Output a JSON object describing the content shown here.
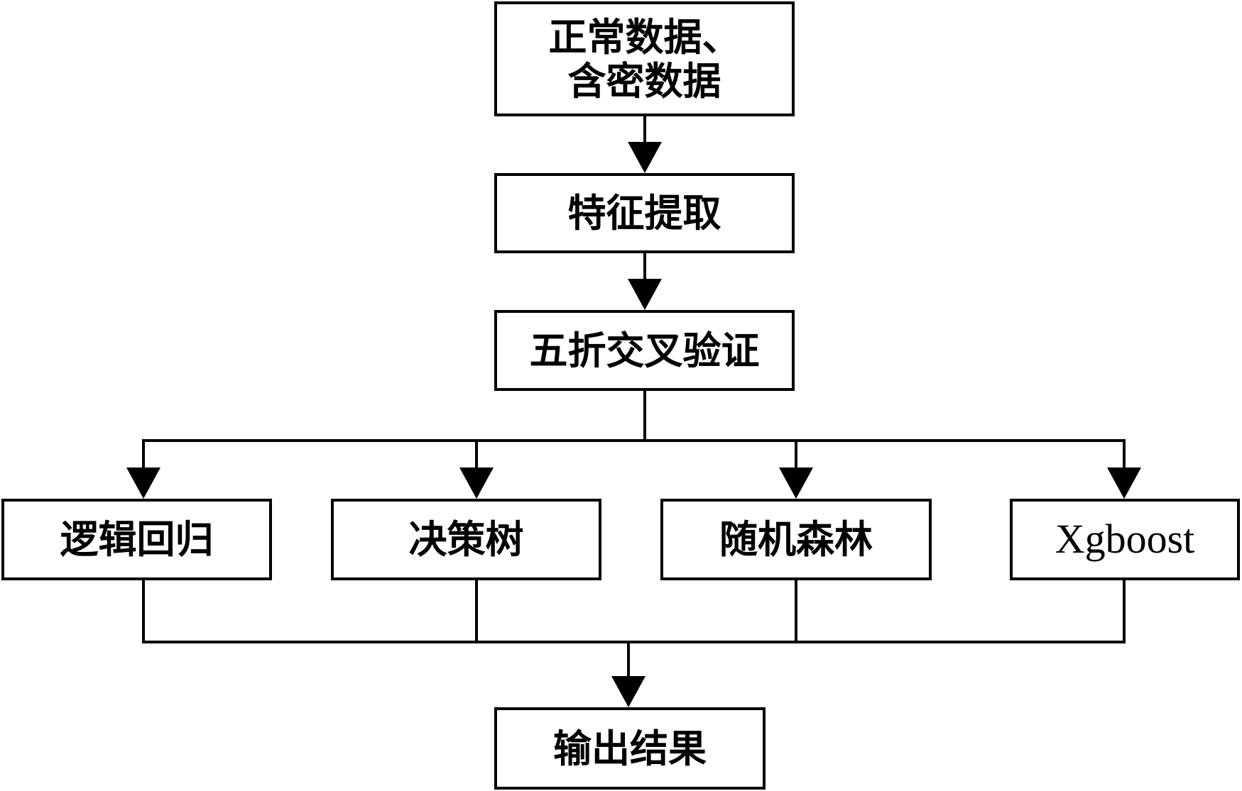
{
  "diagram": {
    "nodes": {
      "input": {
        "line1": "正常数据、",
        "line2": "含密数据"
      },
      "feature_extraction": {
        "label": "特征提取"
      },
      "cross_validation": {
        "label": "五折交叉验证"
      },
      "logistic_regression": {
        "label": "逻辑回归"
      },
      "decision_tree": {
        "label": "决策树"
      },
      "random_forest": {
        "label": "随机森林"
      },
      "xgboost": {
        "label": "Xgboost"
      },
      "output": {
        "label": "输出结果"
      }
    },
    "edges": [
      {
        "from": "input",
        "to": "feature_extraction"
      },
      {
        "from": "feature_extraction",
        "to": "cross_validation"
      },
      {
        "from": "cross_validation",
        "to": "logistic_regression"
      },
      {
        "from": "cross_validation",
        "to": "decision_tree"
      },
      {
        "from": "cross_validation",
        "to": "random_forest"
      },
      {
        "from": "cross_validation",
        "to": "xgboost"
      },
      {
        "from": "logistic_regression",
        "to": "output"
      },
      {
        "from": "decision_tree",
        "to": "output"
      },
      {
        "from": "random_forest",
        "to": "output"
      },
      {
        "from": "xgboost",
        "to": "output"
      }
    ],
    "colors": {
      "stroke": "#000000",
      "background": "#ffffff",
      "text": "#000000"
    }
  }
}
